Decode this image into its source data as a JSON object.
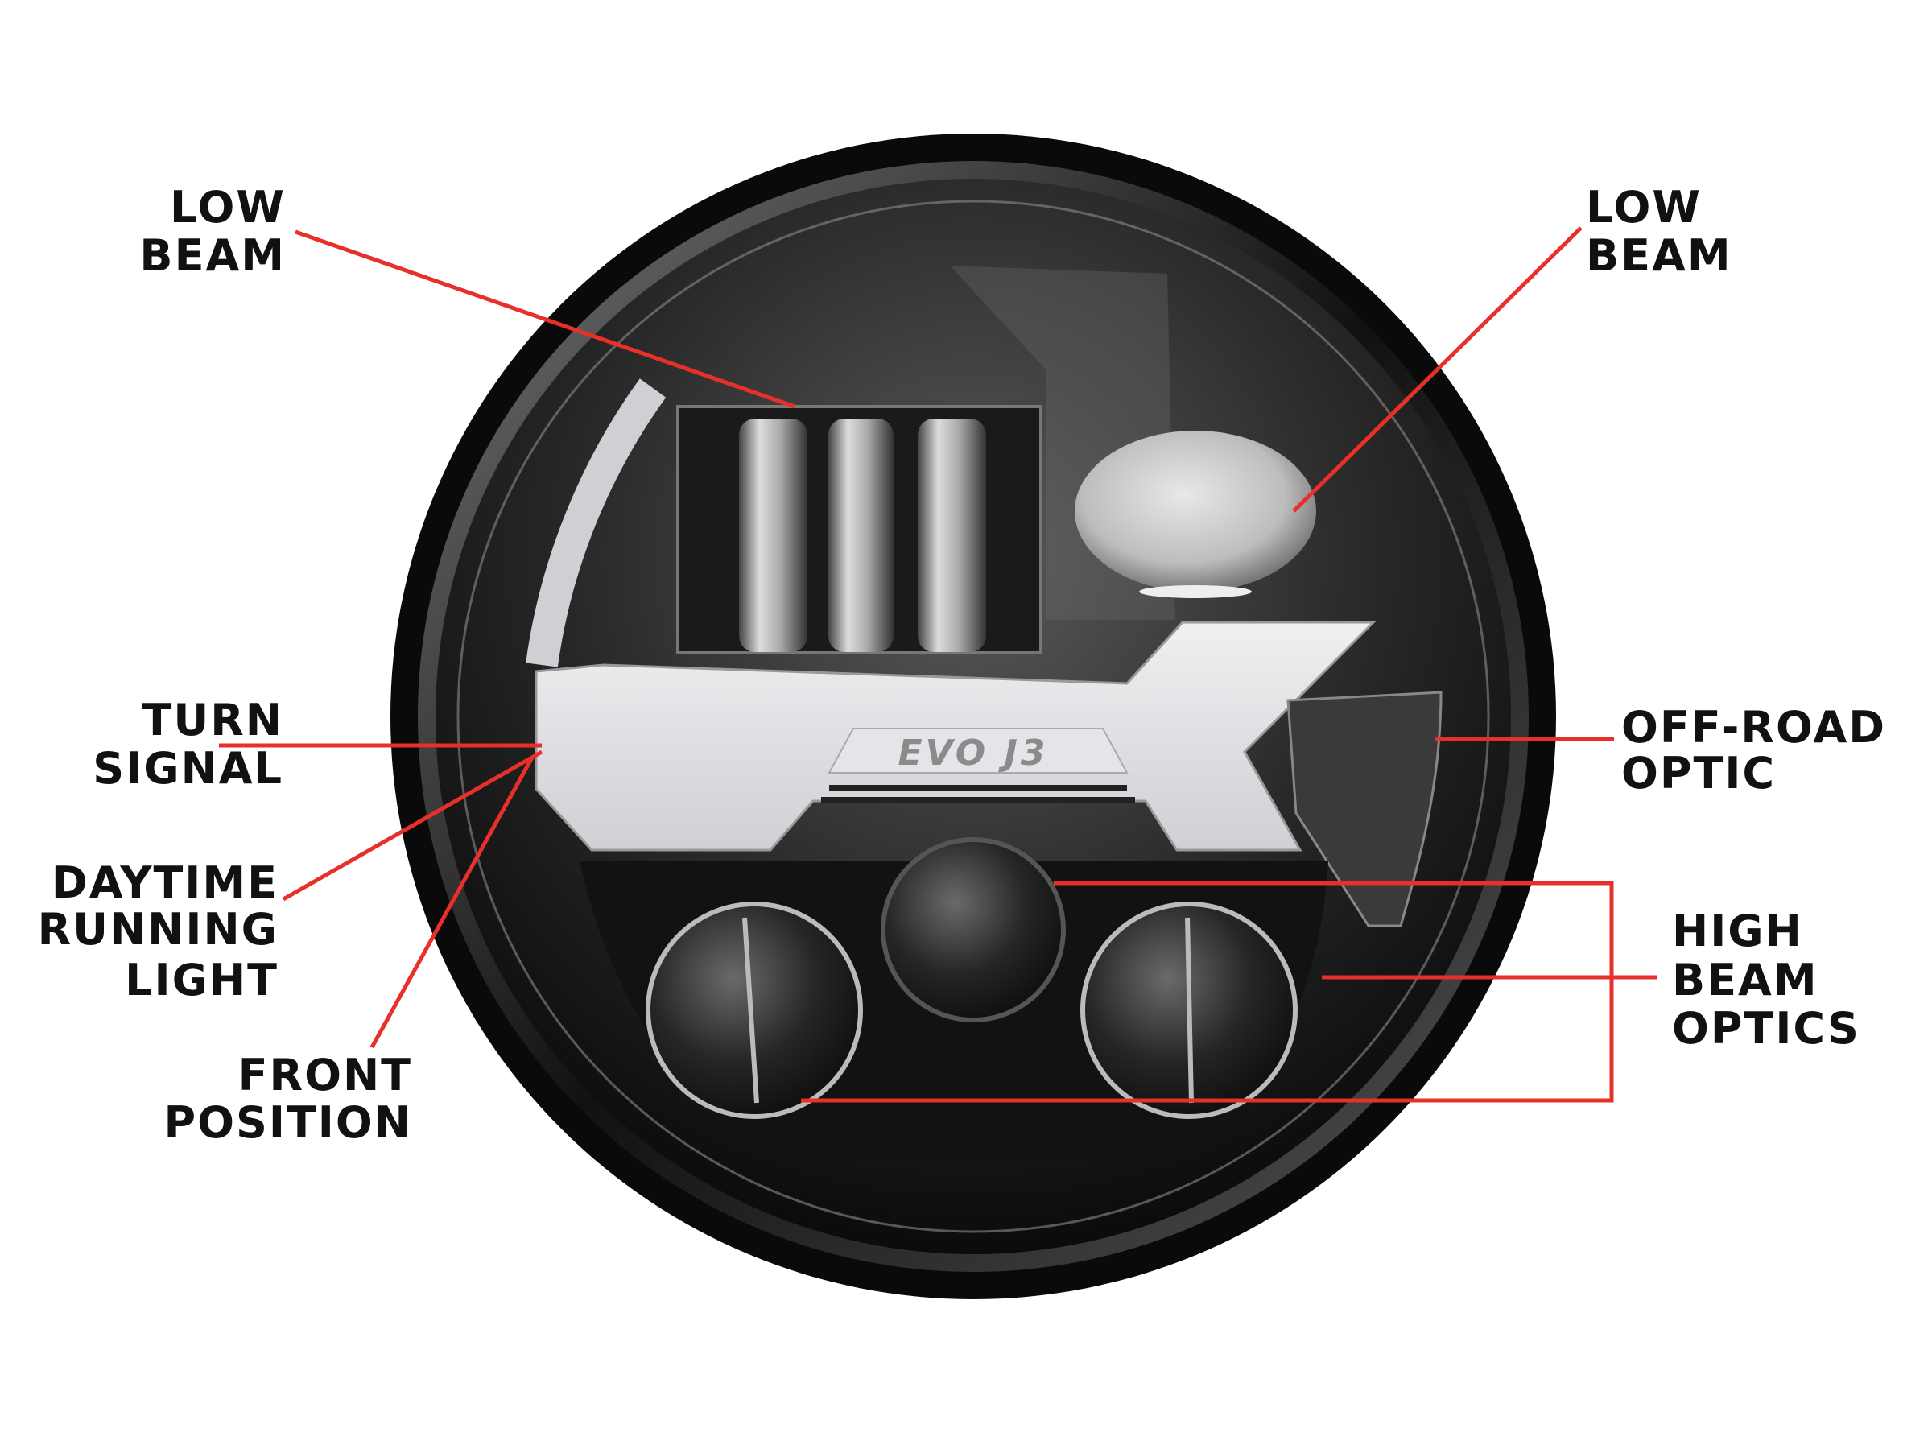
{
  "product": {
    "badge": "EVO J3"
  },
  "labels": {
    "low_beam_left": [
      "LOW",
      "BEAM"
    ],
    "low_beam_right": [
      "LOW",
      "BEAM"
    ],
    "turn_signal": [
      "TURN",
      "SIGNAL"
    ],
    "daytime_running_light": [
      "DAYTIME",
      "RUNNING",
      "LIGHT"
    ],
    "front_position": [
      "FRONT",
      "POSITION"
    ],
    "off_road_optic": [
      "OFF-ROAD",
      "OPTIC"
    ],
    "high_beam_optics": [
      "HIGH",
      "BEAM",
      "OPTICS"
    ]
  },
  "colors": {
    "leader_line": "#e8302a",
    "label_text": "#111111"
  }
}
